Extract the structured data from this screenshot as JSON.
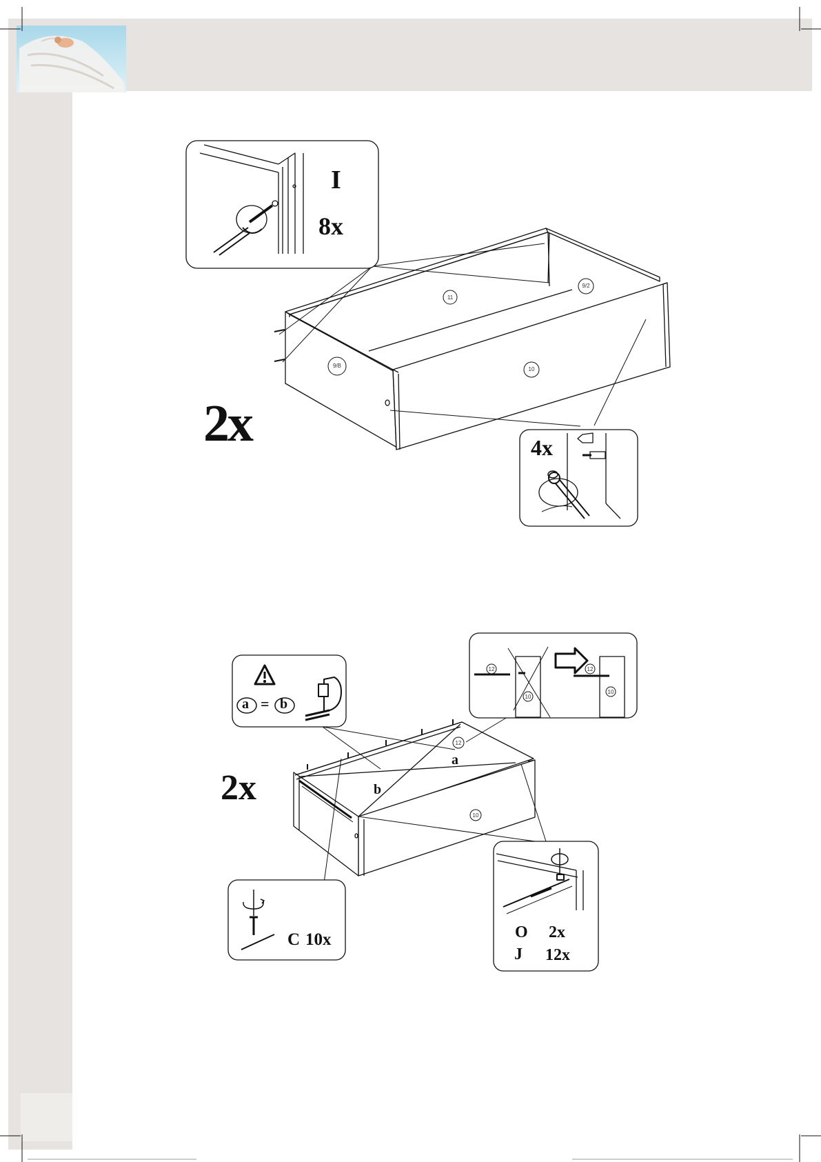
{
  "colors": {
    "sidebar": "#e6e3e0",
    "header": "#e6e3e0",
    "line": "#111111",
    "thumb_sky": "#bfe3f0"
  },
  "step1": {
    "main_multiplier": "2x",
    "callout_screws": {
      "part_letter": "I",
      "quantity": "8x"
    },
    "callout_cams": {
      "quantity": "4x"
    },
    "panel_labels": {
      "back": "11",
      "side_right": "9/2",
      "side_left": "9/B",
      "front": "10"
    }
  },
  "step2": {
    "main_multiplier": "2x",
    "callout_measure": {
      "left": "a",
      "equals": "=",
      "right": "b"
    },
    "diagonal_labels": {
      "a": "a",
      "b": "b"
    },
    "callout_wrong_right": {
      "label_12": "12",
      "label_10": "10"
    },
    "callout_nails": {
      "part": "C",
      "quantity": "10x"
    },
    "callout_rail": {
      "row1_part": "O",
      "row1_qty": "2x",
      "row2_part": "J",
      "row2_qty": "12x"
    },
    "panel_labels": {
      "bottom": "12",
      "front": "10"
    }
  }
}
